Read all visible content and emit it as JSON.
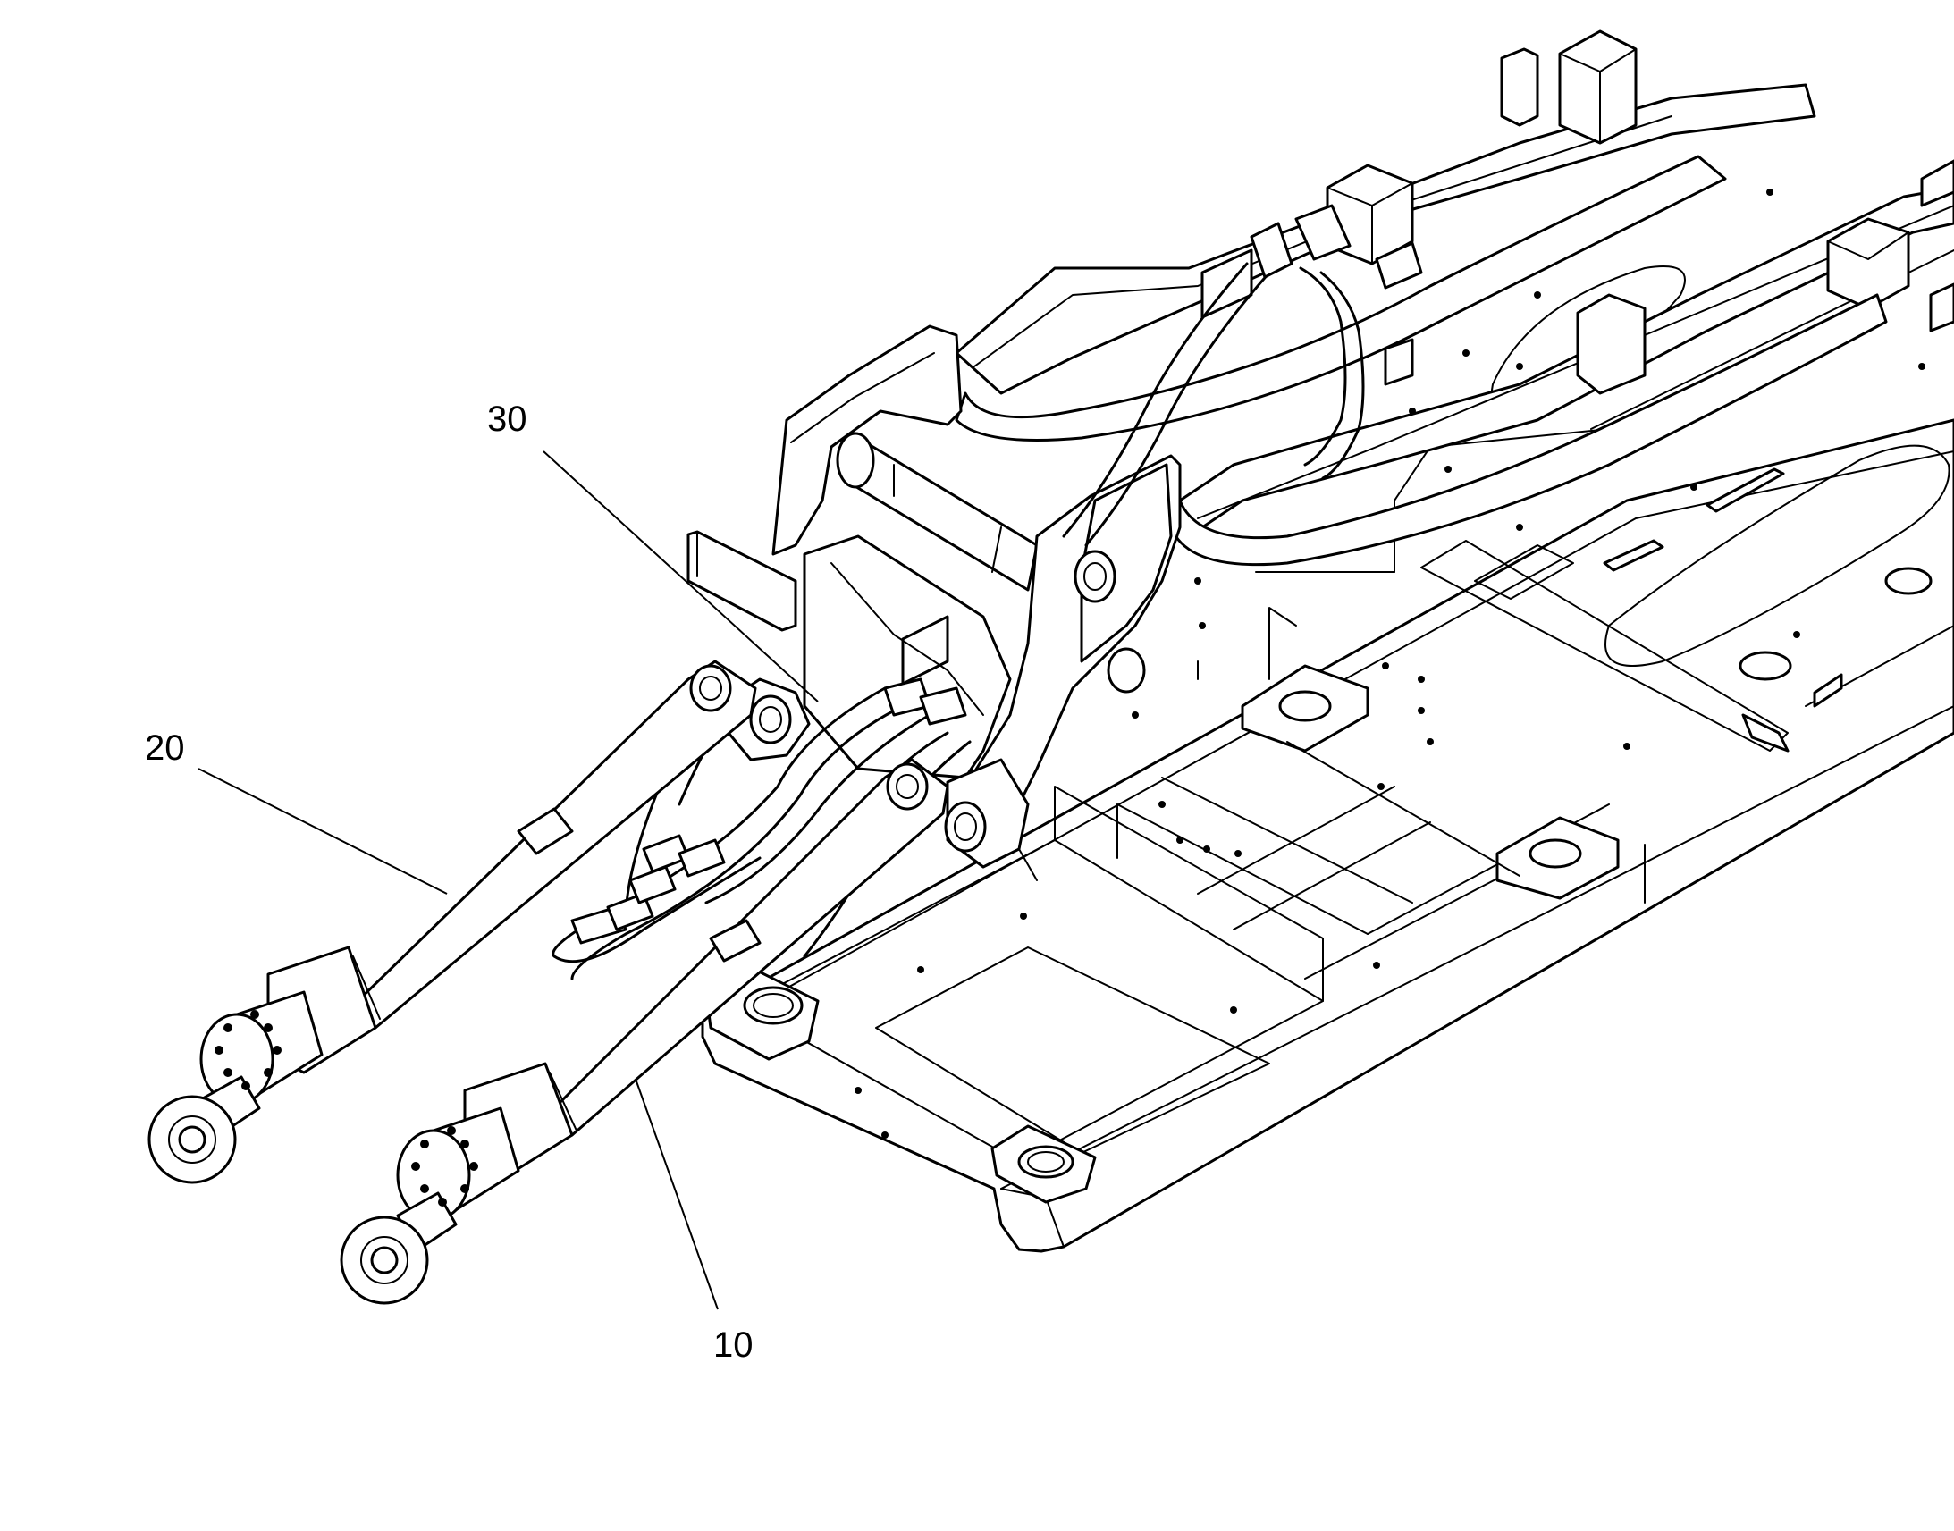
{
  "callouts": [
    {
      "id": "lift-cylinder",
      "label": "10"
    },
    {
      "id": "tilt-cylinder",
      "label": "20"
    },
    {
      "id": "hose-bundle",
      "label": "30"
    }
  ],
  "colors": {
    "ink": "#000000",
    "paper": "#ffffff"
  }
}
